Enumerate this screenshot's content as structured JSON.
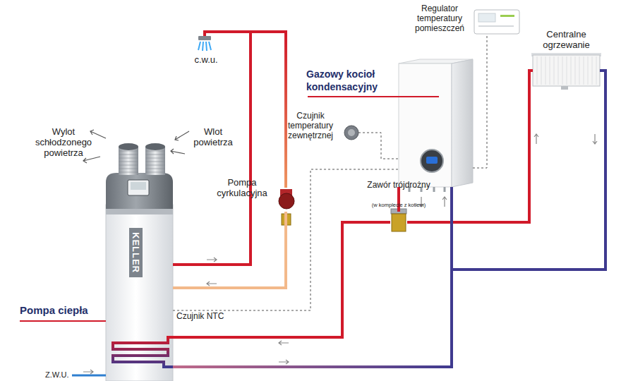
{
  "diagram": {
    "nodes": [
      {
        "text": [
          "c.w.u."
        ]
      },
      {
        "text": [
          "Regulator temperatury pomieszczeń"
        ]
      },
      {
        "text": [
          "Centralne ogrzewanie"
        ]
      },
      {
        "text": [
          "Gazowy kocioł kondensacyjny"
        ]
      },
      {
        "text": [
          "Czujnik temperatury zewnętrznej"
        ]
      },
      {
        "text": [
          "Pompa cyrkulacyjna"
        ]
      },
      {
        "text": [
          "Zawór trójdrożny",
          "(w komplecie z kotłem)"
        ]
      },
      {
        "text": [
          "Pompa ciepła",
          "KELLER"
        ]
      }
    ],
    "edges": [
      {
        "from": 7,
        "to": 0,
        "arrow": "none"
      },
      {
        "from": 0,
        "to": 5,
        "arrow": "none"
      },
      {
        "from": 5,
        "to": 7,
        "arrow": "none"
      },
      {
        "from": 3,
        "to": 1,
        "arrow": "none"
      },
      {
        "from": 4,
        "to": 3,
        "arrow": "none"
      },
      {
        "from": 3,
        "to": 6,
        "arrow": "none"
      },
      {
        "from": 6,
        "to": 2,
        "arrow": "none"
      },
      {
        "from": 2,
        "to": 3,
        "arrow": "none"
      },
      {
        "from": 6,
        "to": 7,
        "arrow": "none"
      },
      {
        "from": 7,
        "to": 3,
        "arrow": "none"
      },
      {
        "from": 7,
        "to": 3,
        "arrow": "none"
      }
    ],
    "labels": [
      "Wylot schłodzonego powietrza",
      "Wlot powietrza",
      "Czujnik NTC",
      "Z.W.U."
    ]
  }
}
